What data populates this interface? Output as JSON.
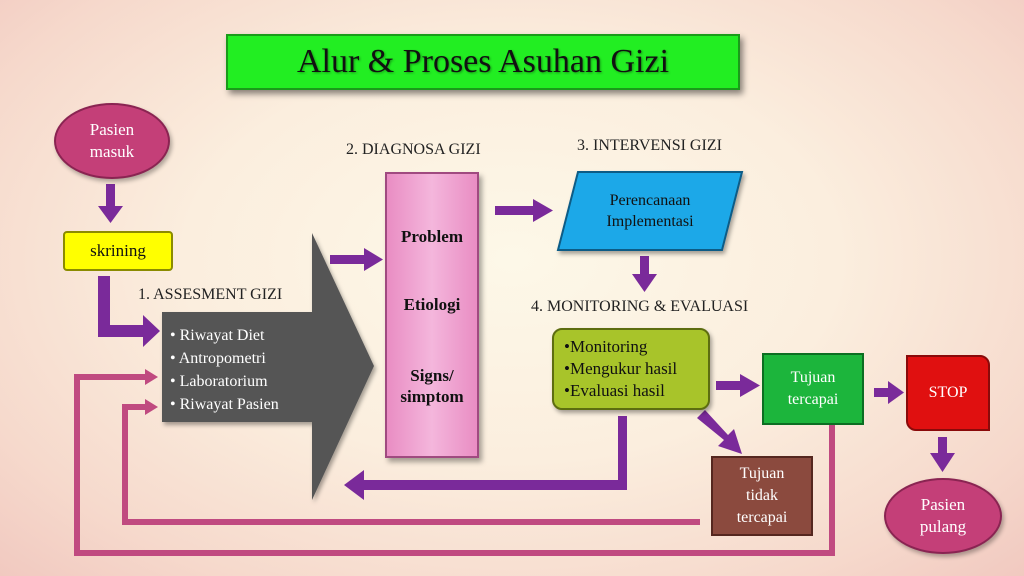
{
  "title": "Alur & Proses Asuhan Gizi",
  "nodes": {
    "pasien_masuk": [
      "Pasien",
      "masuk"
    ],
    "skrining": "skrining",
    "assessment_label": "1. ASSESMENT GIZI",
    "assessment_items": [
      "• Riwayat Diet",
      "• Antropometri",
      "• Laboratorium",
      "• Riwayat Pasien"
    ],
    "diagnosa_label": "2. DIAGNOSA GIZI",
    "diagnosa_items": [
      "Problem",
      "Etiologi",
      "Signs/",
      "simptom"
    ],
    "intervensi_label": "3. INTERVENSI GIZI",
    "intervensi_items": [
      "Perencanaan",
      "Implementasi"
    ],
    "monitoring_label": "4. MONITORING & EVALUASI",
    "monitoring_items": [
      "•Monitoring",
      "•Mengukur hasil",
      "•Evaluasi hasil"
    ],
    "tujuan_tercapai": [
      "Tujuan",
      "tercapai"
    ],
    "stop": "STOP",
    "tujuan_tidak_tercapai": [
      "Tujuan",
      "tidak",
      "tercapai"
    ],
    "pasien_pulang": [
      "Pasien",
      "pulang"
    ]
  },
  "colors": {
    "arrow_purple": "#7a2a9a",
    "loop_pink": "#c04a80",
    "title_green": "#22ee22",
    "parallelogram_blue": "#1ea8e8",
    "assessment_gray": "#555555"
  }
}
